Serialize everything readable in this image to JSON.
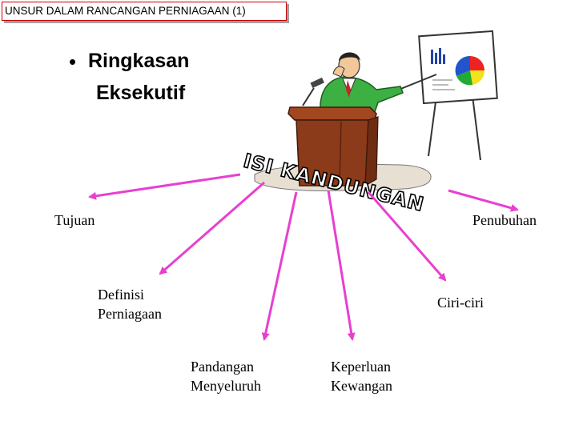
{
  "slide": {
    "title": "UNSUR DALAM RANCANGAN PERNIAGAAN (1)",
    "bullet": {
      "line1": "Ringkasan",
      "line2": "Eksekutif"
    }
  },
  "diagram": {
    "center_label": "ISI KANDUNGAN",
    "arrow_color": "#e83fd0",
    "nodes": [
      {
        "id": "tujuan",
        "lines": [
          "Tujuan"
        ]
      },
      {
        "id": "definisi",
        "lines": [
          "Definisi",
          "Perniagaan"
        ]
      },
      {
        "id": "pandangan",
        "lines": [
          "Pandangan",
          "Menyeluruh"
        ]
      },
      {
        "id": "keperluan",
        "lines": [
          "Keperluan",
          "Kewangan"
        ]
      },
      {
        "id": "ciri",
        "lines": [
          "Ciri-ciri"
        ]
      },
      {
        "id": "penubuhan",
        "lines": [
          "Penubuhan"
        ]
      }
    ]
  },
  "colors": {
    "title_border": "#cc0000",
    "suit": "#3cb043",
    "podium": "#8b3a1a"
  }
}
